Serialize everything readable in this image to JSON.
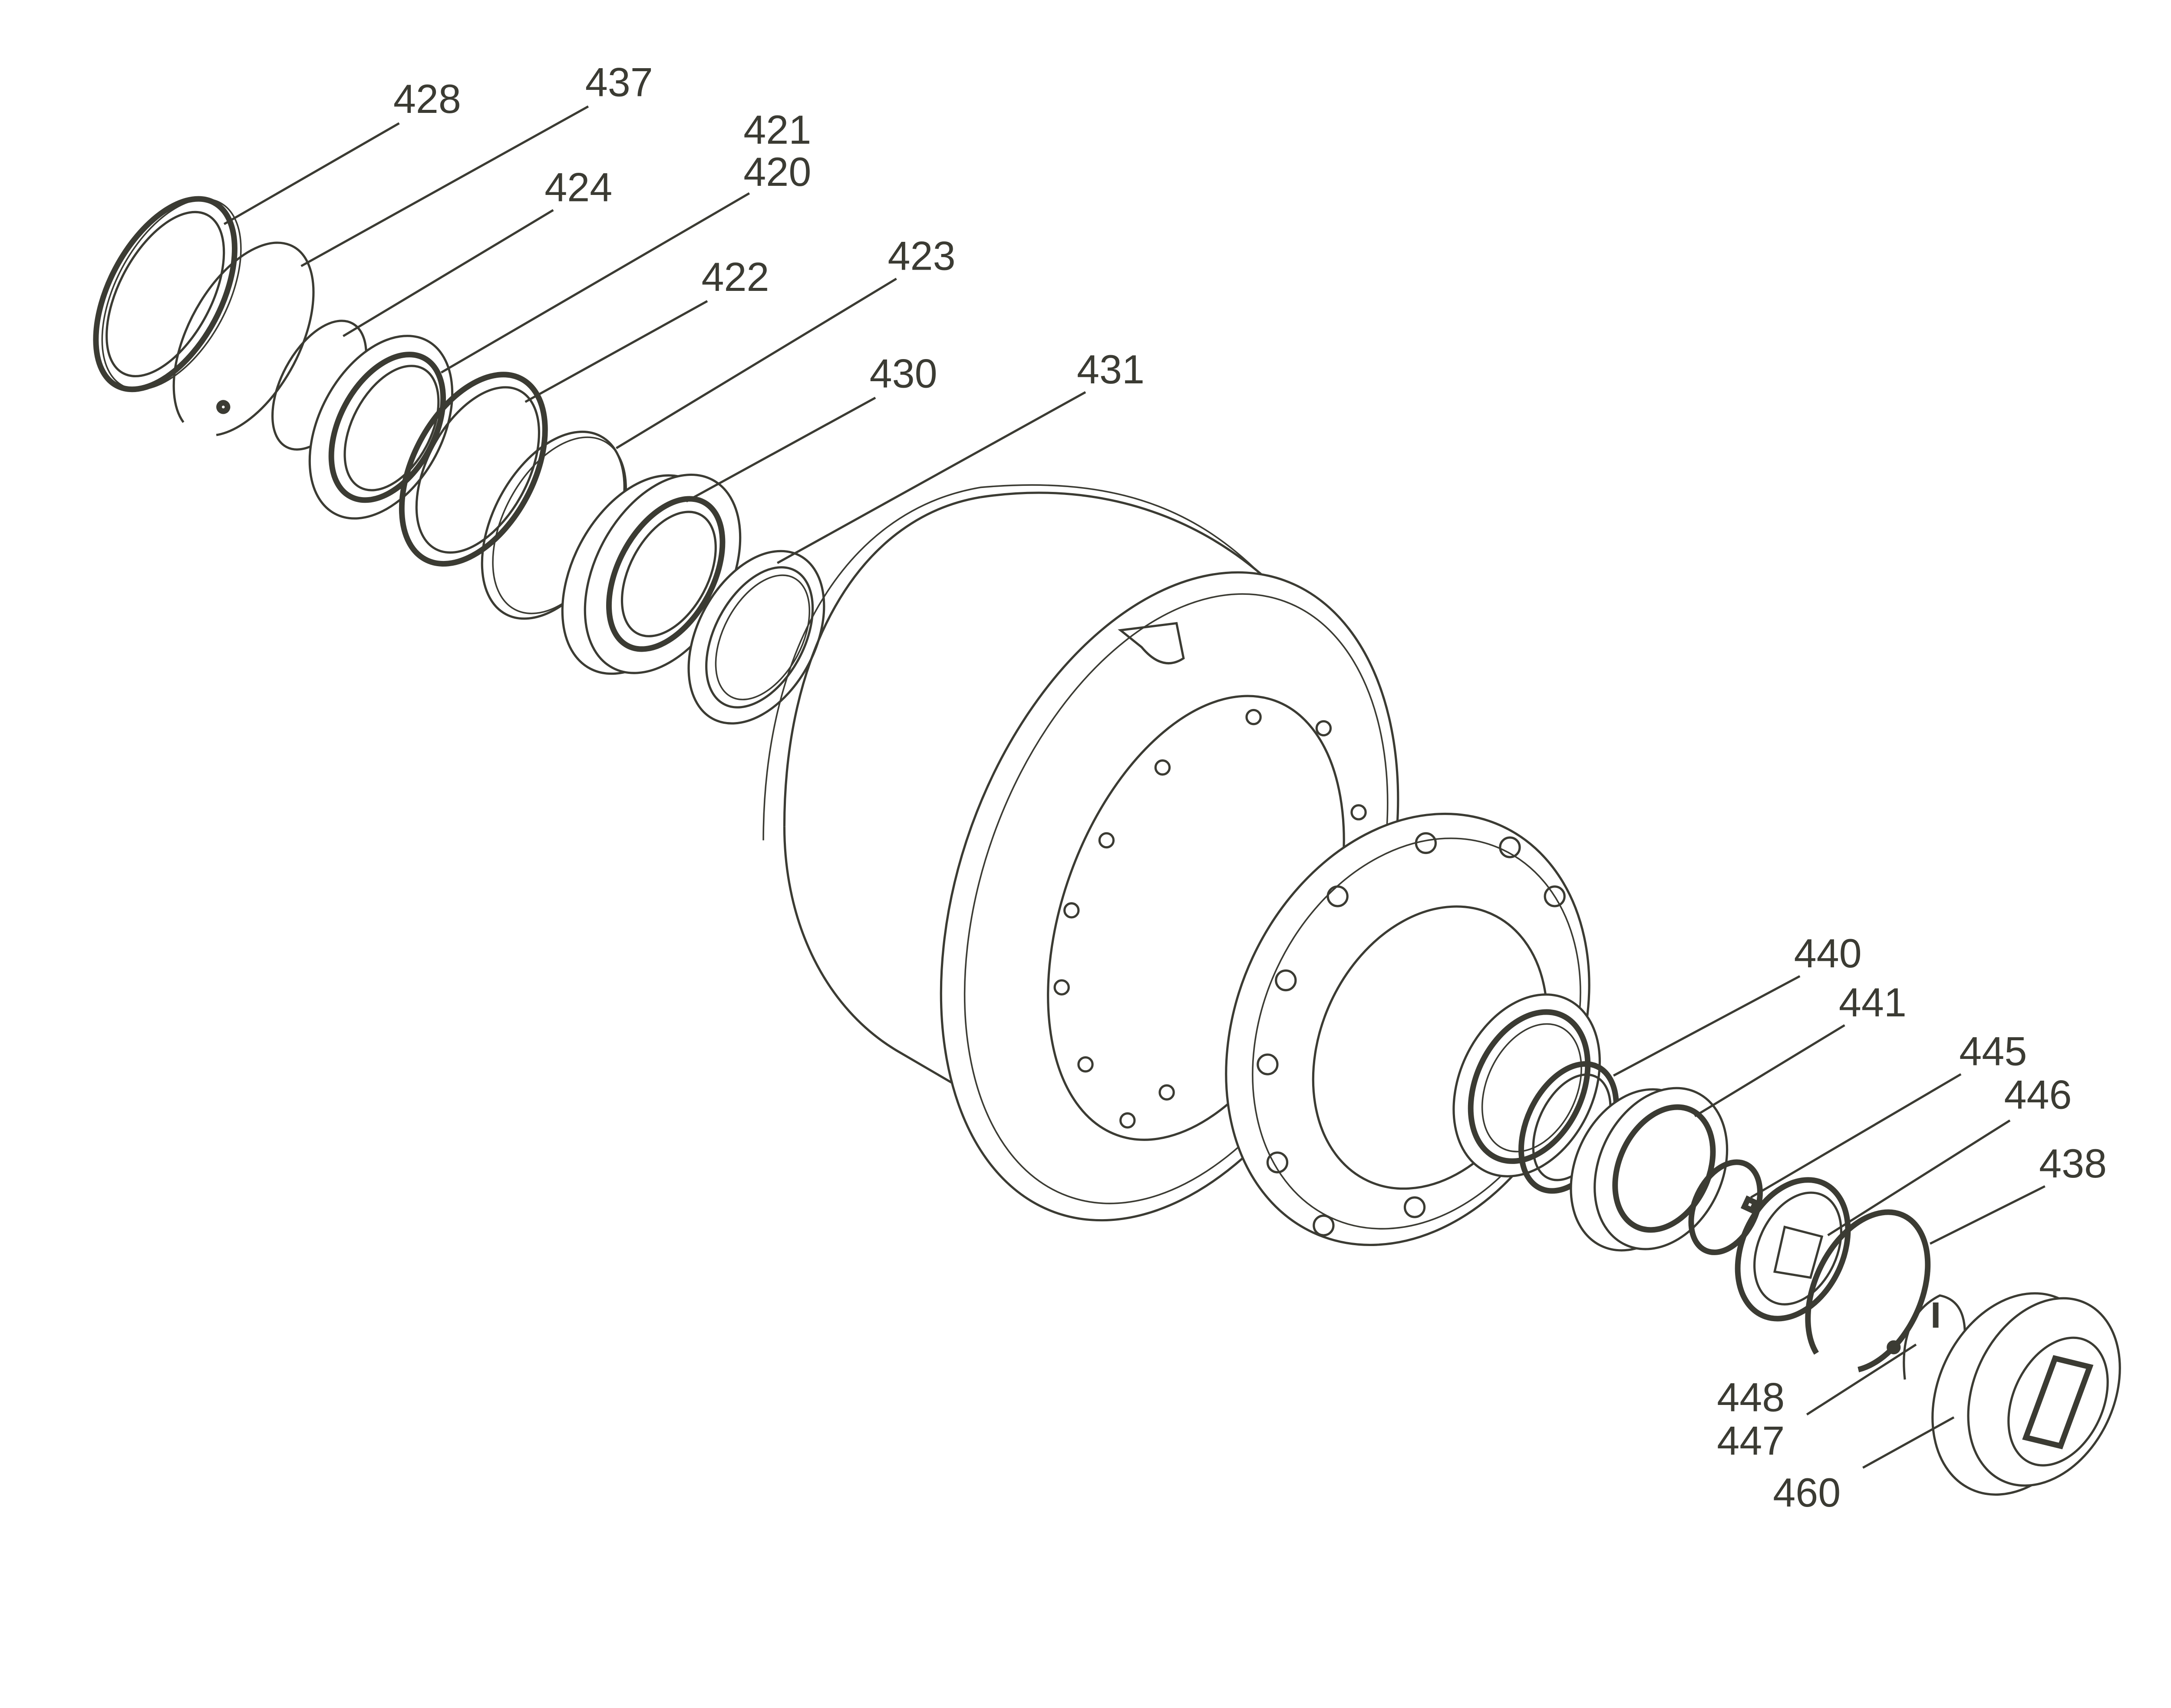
{
  "diagram": {
    "type": "exploded-parts-view",
    "colors": {
      "background": "#ffffff",
      "ink": "#3b3b33"
    },
    "callouts": [
      {
        "id": "428"
      },
      {
        "id": "437"
      },
      {
        "id": "421"
      },
      {
        "id": "420"
      },
      {
        "id": "424"
      },
      {
        "id": "422"
      },
      {
        "id": "423"
      },
      {
        "id": "430"
      },
      {
        "id": "431"
      },
      {
        "id": "440"
      },
      {
        "id": "441"
      },
      {
        "id": "445"
      },
      {
        "id": "446"
      },
      {
        "id": "438"
      },
      {
        "id": "448"
      },
      {
        "id": "447"
      },
      {
        "id": "460"
      }
    ]
  }
}
